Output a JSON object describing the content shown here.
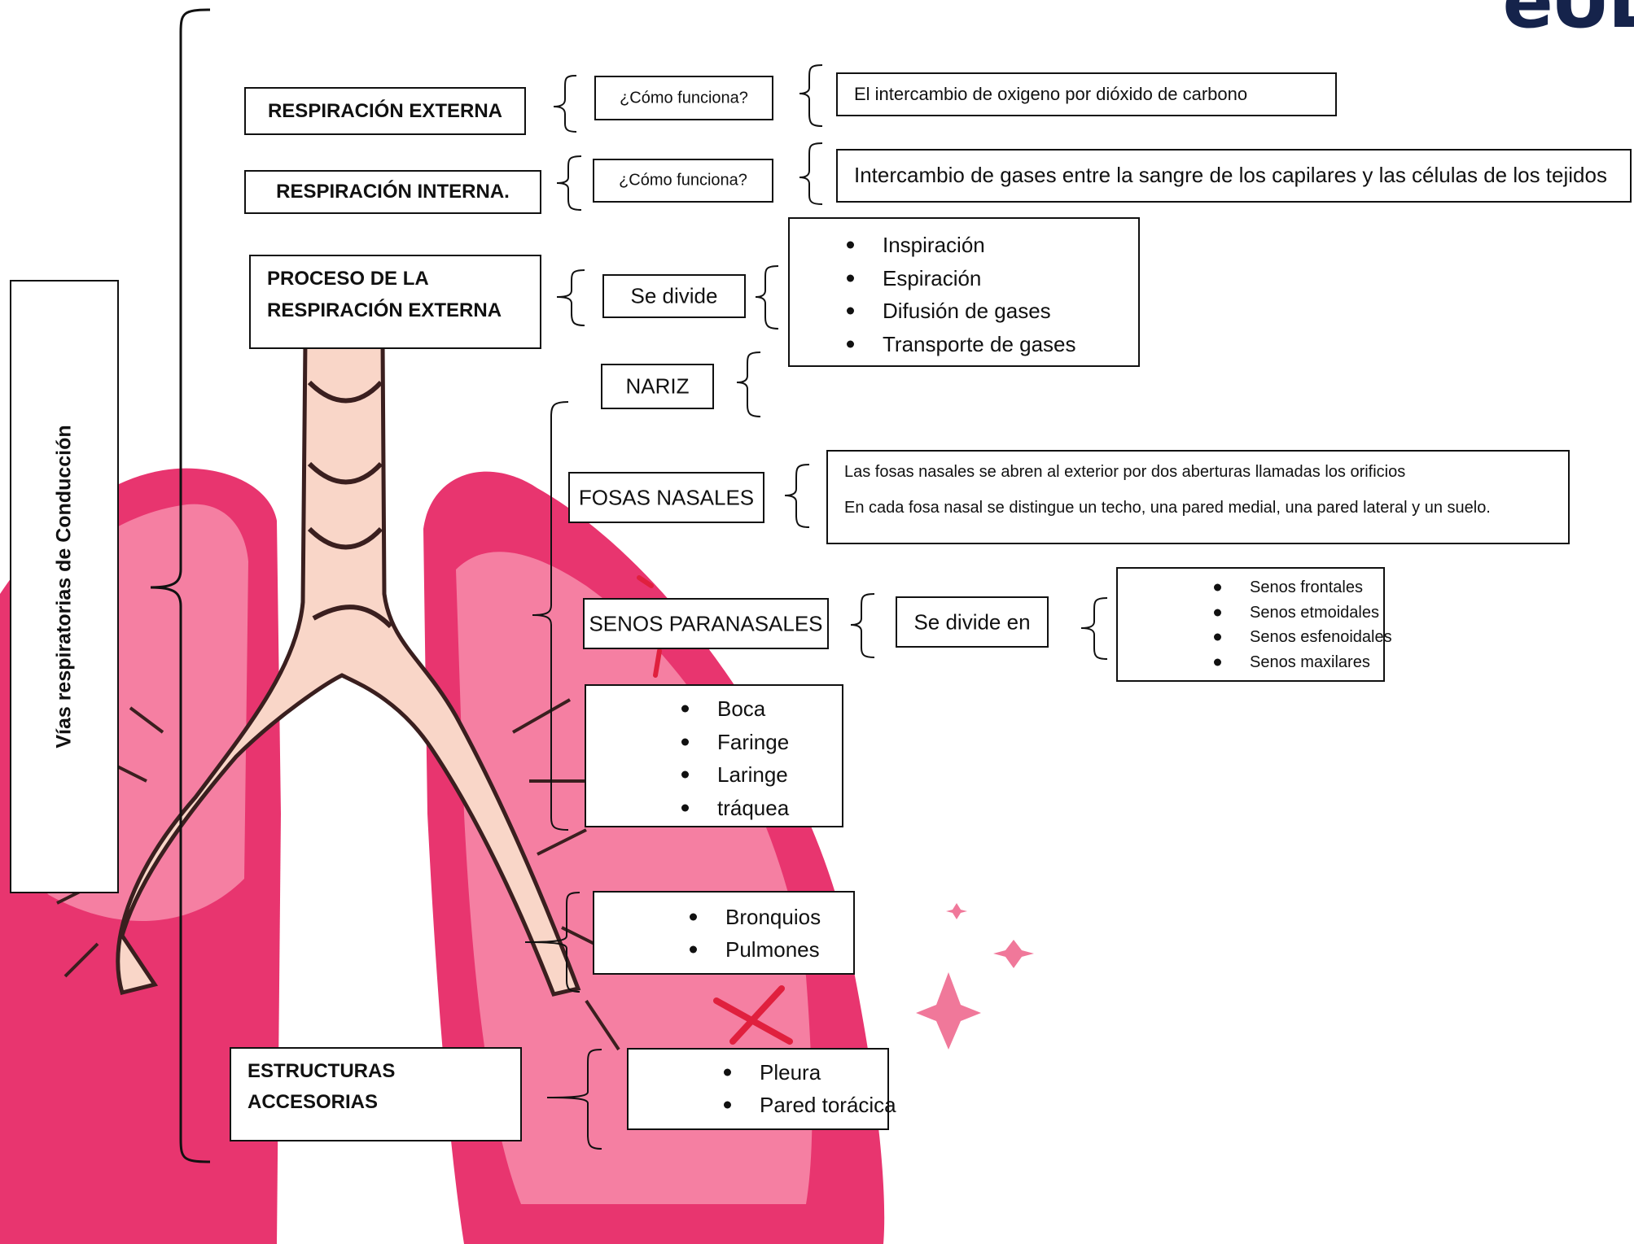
{
  "logo": {
    "text": "eUD",
    "color": "#15234b"
  },
  "colors": {
    "lung_dark": "#e8356f",
    "lung_light": "#f57fa2",
    "trachea": "#f9d6c8",
    "outline": "#111111",
    "sparkle": "#f0789a"
  },
  "title_vertical": "Vías respiratorias de Conducción",
  "respiracion_externa": {
    "label": "RESPIRACIÓN EXTERNA",
    "question": "¿Cómo funciona?",
    "answer": "El intercambio de oxigeno por dióxido de carbono"
  },
  "respiracion_interna": {
    "label": "RESPIRACIÓN INTERNA.",
    "question": "¿Cómo funciona?",
    "answer": "Intercambio de gases entre la sangre de los capilares y las células de los tejidos"
  },
  "proceso": {
    "label_line1": "PROCESO DE LA",
    "label_line2": "RESPIRACIÓN EXTERNA",
    "divide": "Se divide",
    "items": [
      "Inspiración",
      "Espiración",
      "Difusión de gases",
      "Transporte de gases"
    ]
  },
  "nariz": {
    "label": "NARIZ"
  },
  "fosas": {
    "label": "FOSAS NASALES",
    "line1": "Las fosas nasales se abren al exterior por dos aberturas llamadas los orificios",
    "line2": "En cada fosa nasal se distingue un techo, una pared medial, una pared lateral y un suelo."
  },
  "senos": {
    "label": "SENOS PARANASALES",
    "divide": "Se divide en",
    "items": [
      "Senos frontales",
      "Senos etmoidales",
      "Senos esfenoidales",
      "Senos maxilares"
    ]
  },
  "vias": {
    "items": [
      "Boca",
      "Faringe",
      "Laringe",
      "tráquea"
    ]
  },
  "bronquios": {
    "items": [
      "Bronquios",
      "Pulmones"
    ]
  },
  "accesorias": {
    "label_line1": "ESTRUCTURAS",
    "label_line2": "ACCESORIAS",
    "items": [
      "Pleura",
      "Pared torácica"
    ]
  }
}
